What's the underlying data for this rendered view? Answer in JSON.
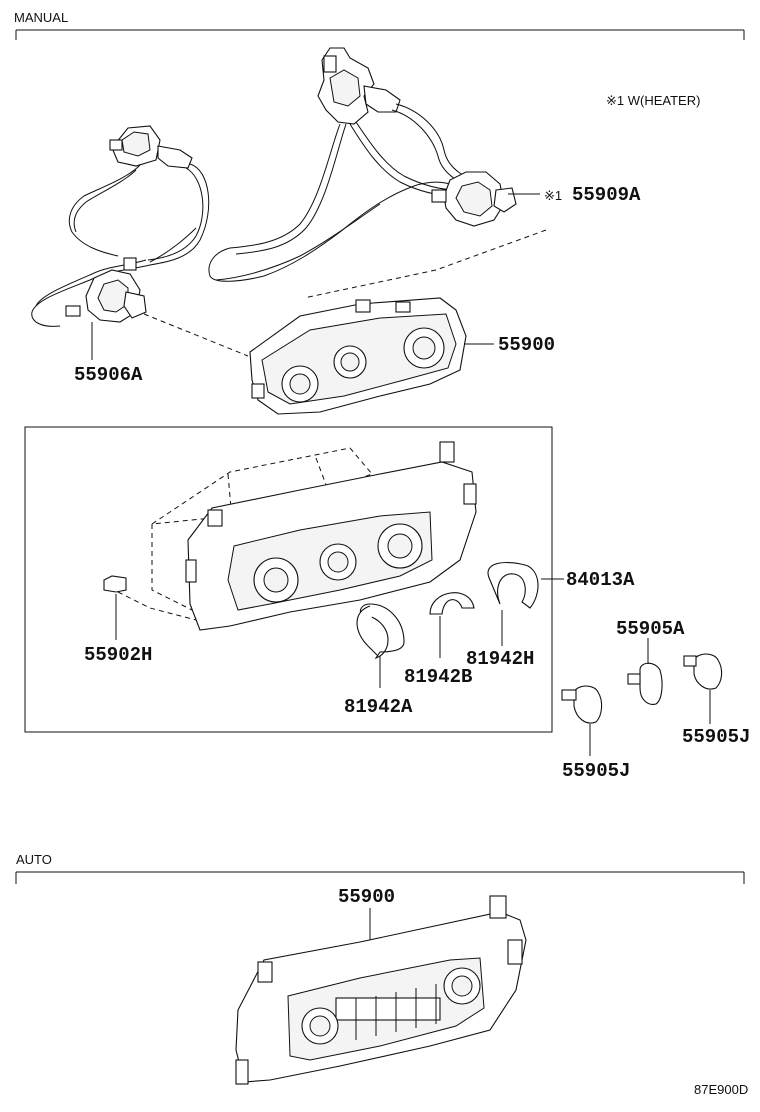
{
  "sections": {
    "manual": "MANUAL",
    "auto": "AUTO"
  },
  "note": "※1 W(HEATER)",
  "parts": {
    "p55909A_prefix": "※1",
    "p55909A": "55909A",
    "p55906A": "55906A",
    "p55900_manual": "55900",
    "p84013A": "84013A",
    "p55902H": "55902H",
    "p81942A": "81942A",
    "p81942B": "81942B",
    "p81942H": "81942H",
    "p55905A": "55905A",
    "p55905J_left": "55905J",
    "p55905J_right": "55905J",
    "p55900_auto": "55900"
  },
  "diagram_code": "87E900D"
}
